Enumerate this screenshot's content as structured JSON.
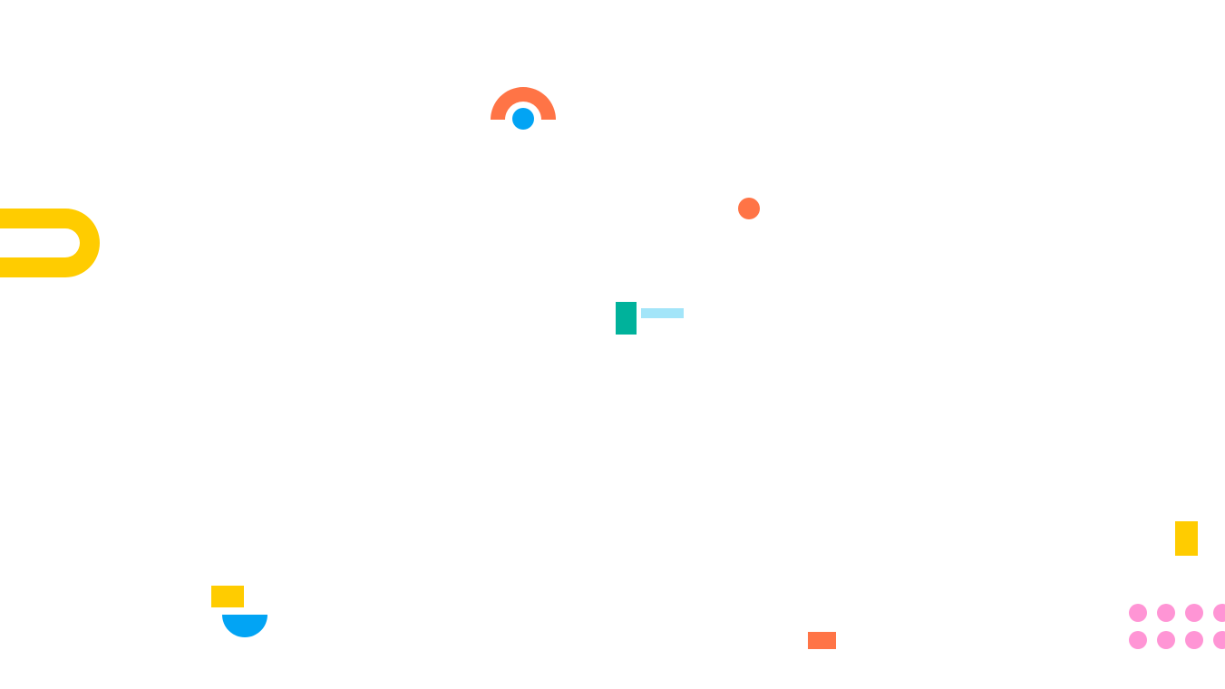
{
  "colors": {
    "background": "#ffffff",
    "orange": "#ff7446",
    "blue": "#02a4f4",
    "yellow": "#ffcc00",
    "teal": "#00b29b",
    "light_blue": "#a3e5f9",
    "pink": "#ff95d5"
  },
  "shapes": [
    "half-ring-arch",
    "circle-dot",
    "pill-outline",
    "rectangle-bar",
    "half-circle",
    "dot-grid"
  ]
}
